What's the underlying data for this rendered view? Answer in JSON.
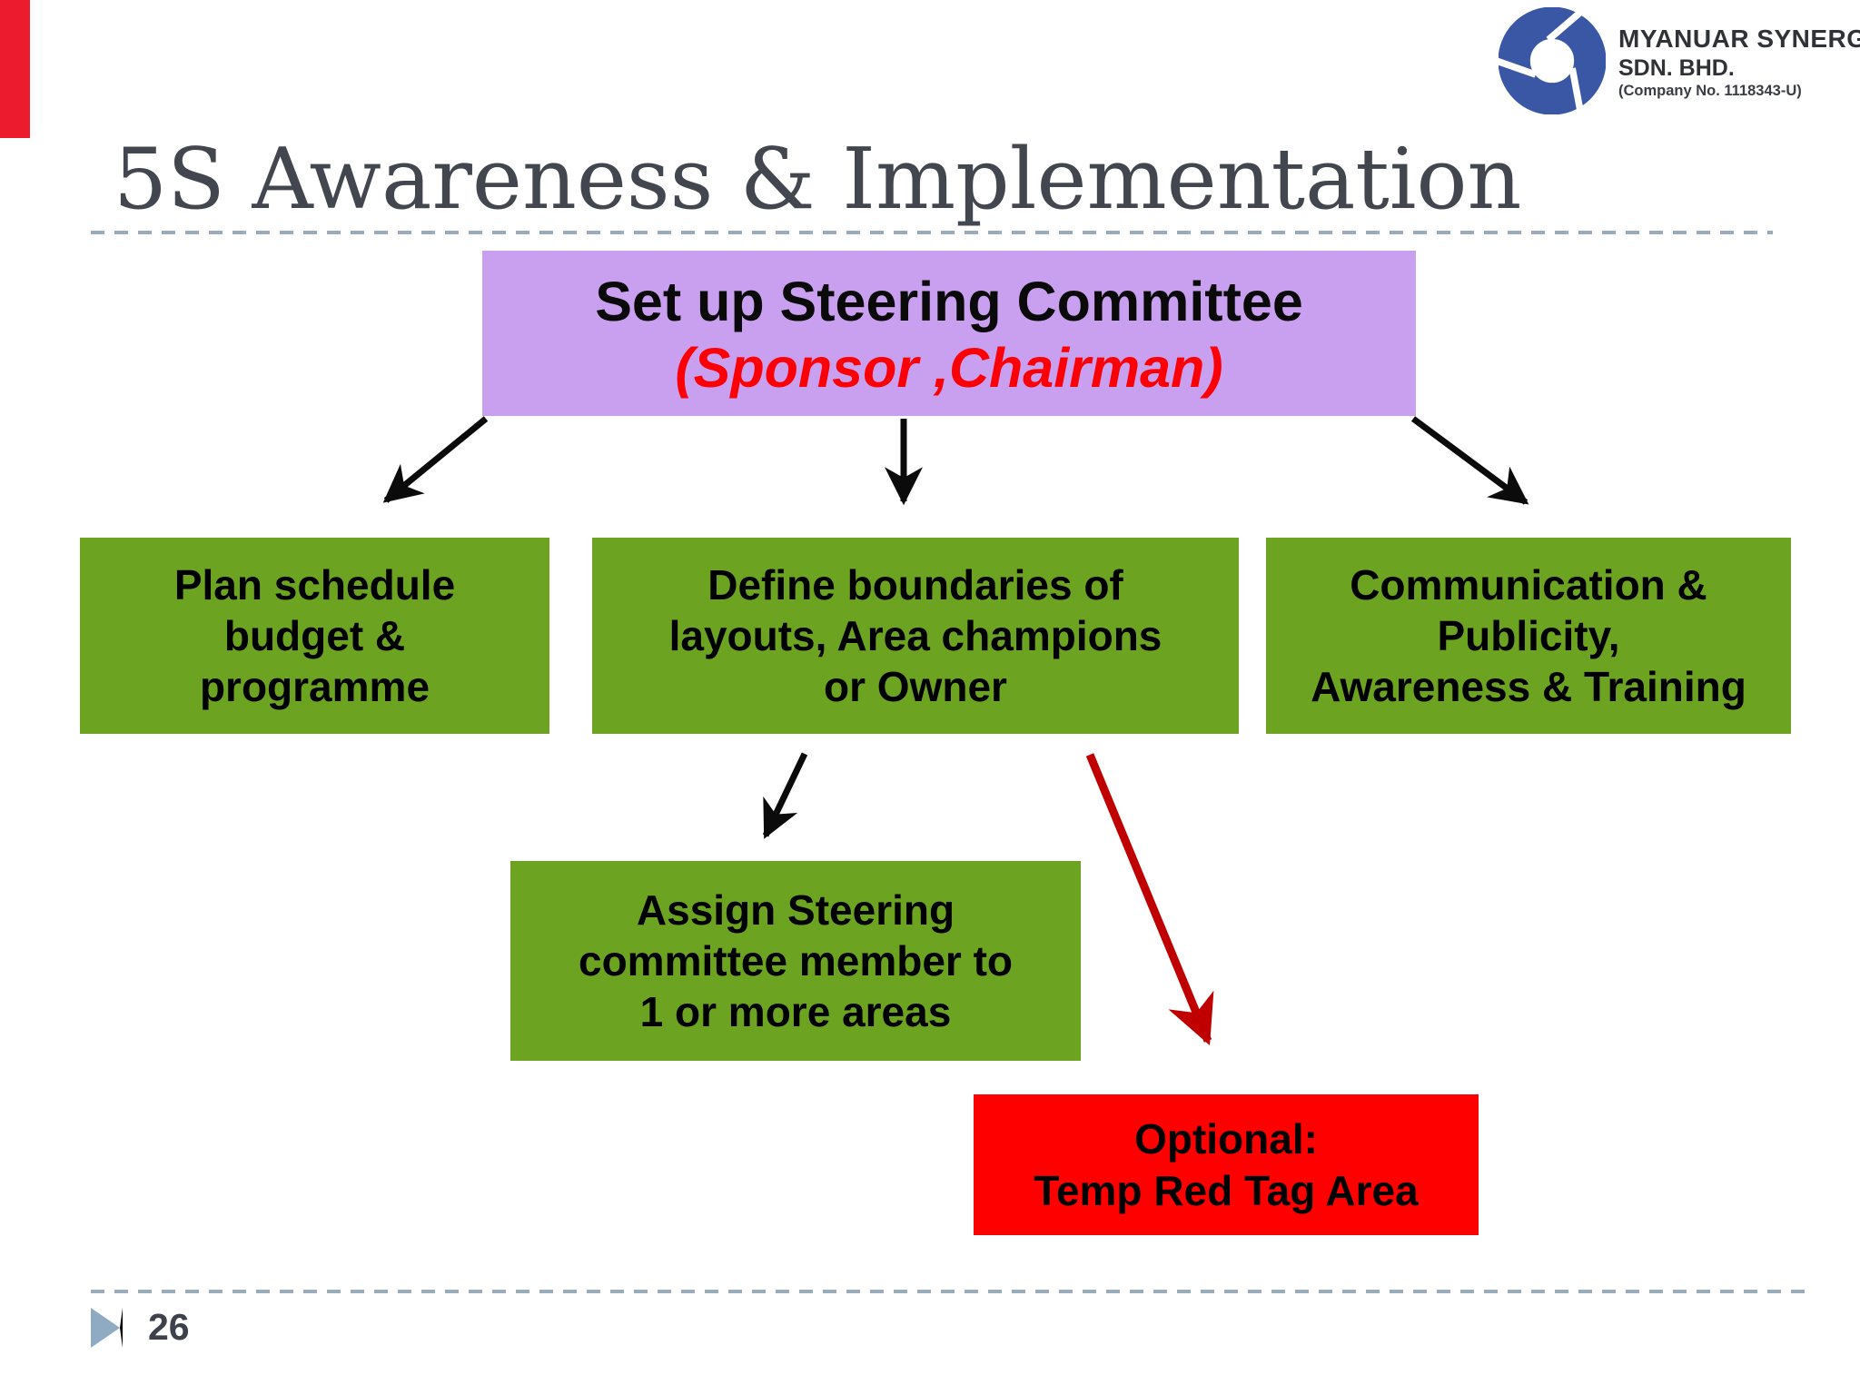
{
  "slide": {
    "title": "5S Awareness & Implementation",
    "page_number": "26"
  },
  "logo": {
    "company_name": "MYANUAR SYNERGY",
    "company_suffix": "SDN. BHD.",
    "company_no": "(Company No. 1118343-U)"
  },
  "diagram": {
    "root_box": {
      "line1": "Set up Steering Committee",
      "line2": "(Sponsor ,Chairman)"
    },
    "boxes": [
      {
        "id": "plan",
        "text": "Plan schedule\nbudget &\nprogramme"
      },
      {
        "id": "define",
        "text": "Define  boundaries of\nlayouts, Area champions\nor Owner"
      },
      {
        "id": "comm",
        "text": "Communication  &\nPublicity,\nAwareness & Training"
      },
      {
        "id": "assign",
        "text": "Assign Steering\ncommittee member to\n1 or more areas"
      },
      {
        "id": "optional",
        "text": "Optional:\nTemp Red Tag Area"
      }
    ],
    "colors": {
      "root_box_bg": "#c9a0ef",
      "root_line2_text": "#fb0006",
      "green_box_bg": "#6ca320",
      "red_box_bg": "#fe0000",
      "black_arrow": "#0b0b0b",
      "red_arrow": "#c00000"
    }
  },
  "decor": {
    "corner_bar_color": "#ec1c2e",
    "dashed_line_color": "#9aabbc",
    "bullet_color": "#8fabc4",
    "logo_ring_color": "#3a57a5",
    "title_color": "#42464e"
  }
}
